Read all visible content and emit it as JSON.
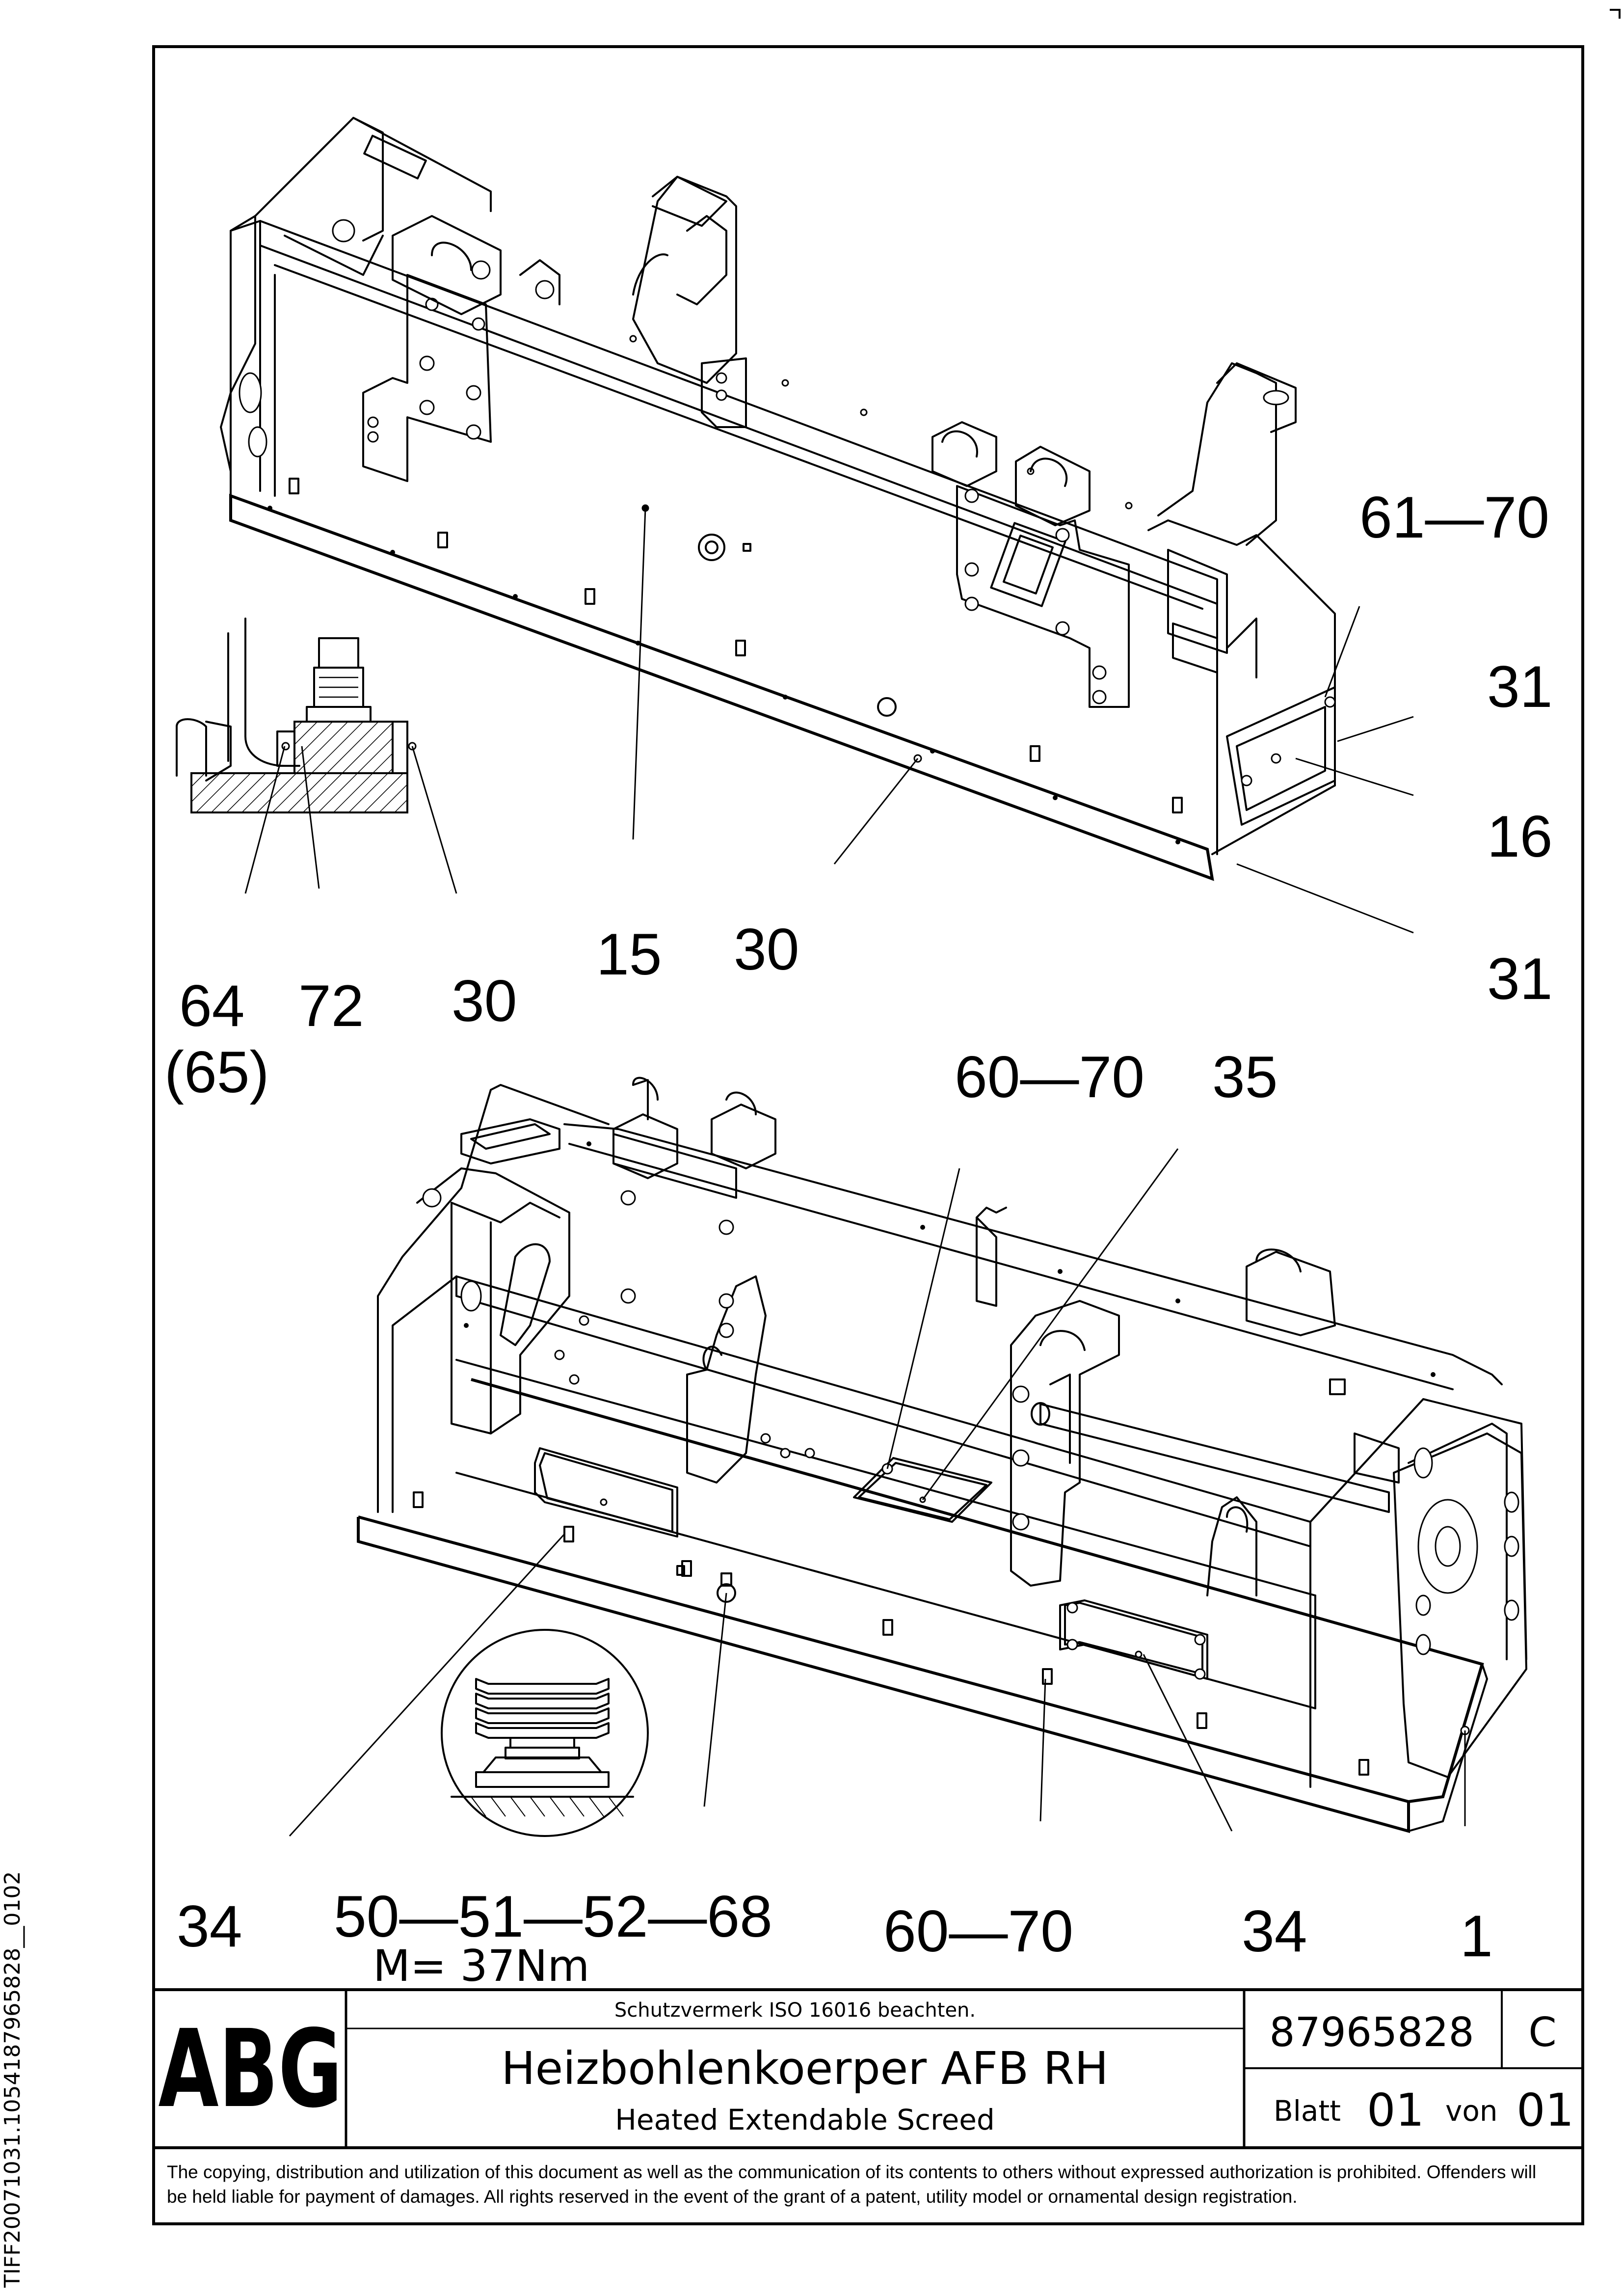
{
  "margin_code": "TIFF20071031.1054187965828__0102",
  "callouts_top": {
    "l61_70": "61—70",
    "l31a": "31",
    "l16": "16",
    "l31b": "31",
    "l15": "15",
    "l30a": "30",
    "l64": "64",
    "l72": "72",
    "l30b": "30",
    "l65": "(65)"
  },
  "callouts_bottom": {
    "l60_70a": "60—70",
    "l35": "35",
    "l34a": "34",
    "l50_68": "50—51—52—68",
    "torque": "M= 37Nm",
    "l60_70b": "60—70",
    "l34b": "34",
    "l1": "1"
  },
  "title_block": {
    "logo": "ABG",
    "protection_note": "Schutzvermerk ISO 16016 beachten.",
    "title_de": "Heizbohlenkoerper AFB RH",
    "title_en": "Heated Extendable Screed",
    "drawing_number": "87965828",
    "revision": "C",
    "sheet_label": "Blatt",
    "sheet": "01",
    "of_label": "von",
    "sheets_total": "01"
  },
  "copyright_notice": "The copying, distribution and utilization of this document as well as the communication of its contents to others without expressed authorization is prohibited. Offenders will be held liable for payment of damages. All rights reserved in the event of the grant of a patent, utility model or ornamental design registration."
}
